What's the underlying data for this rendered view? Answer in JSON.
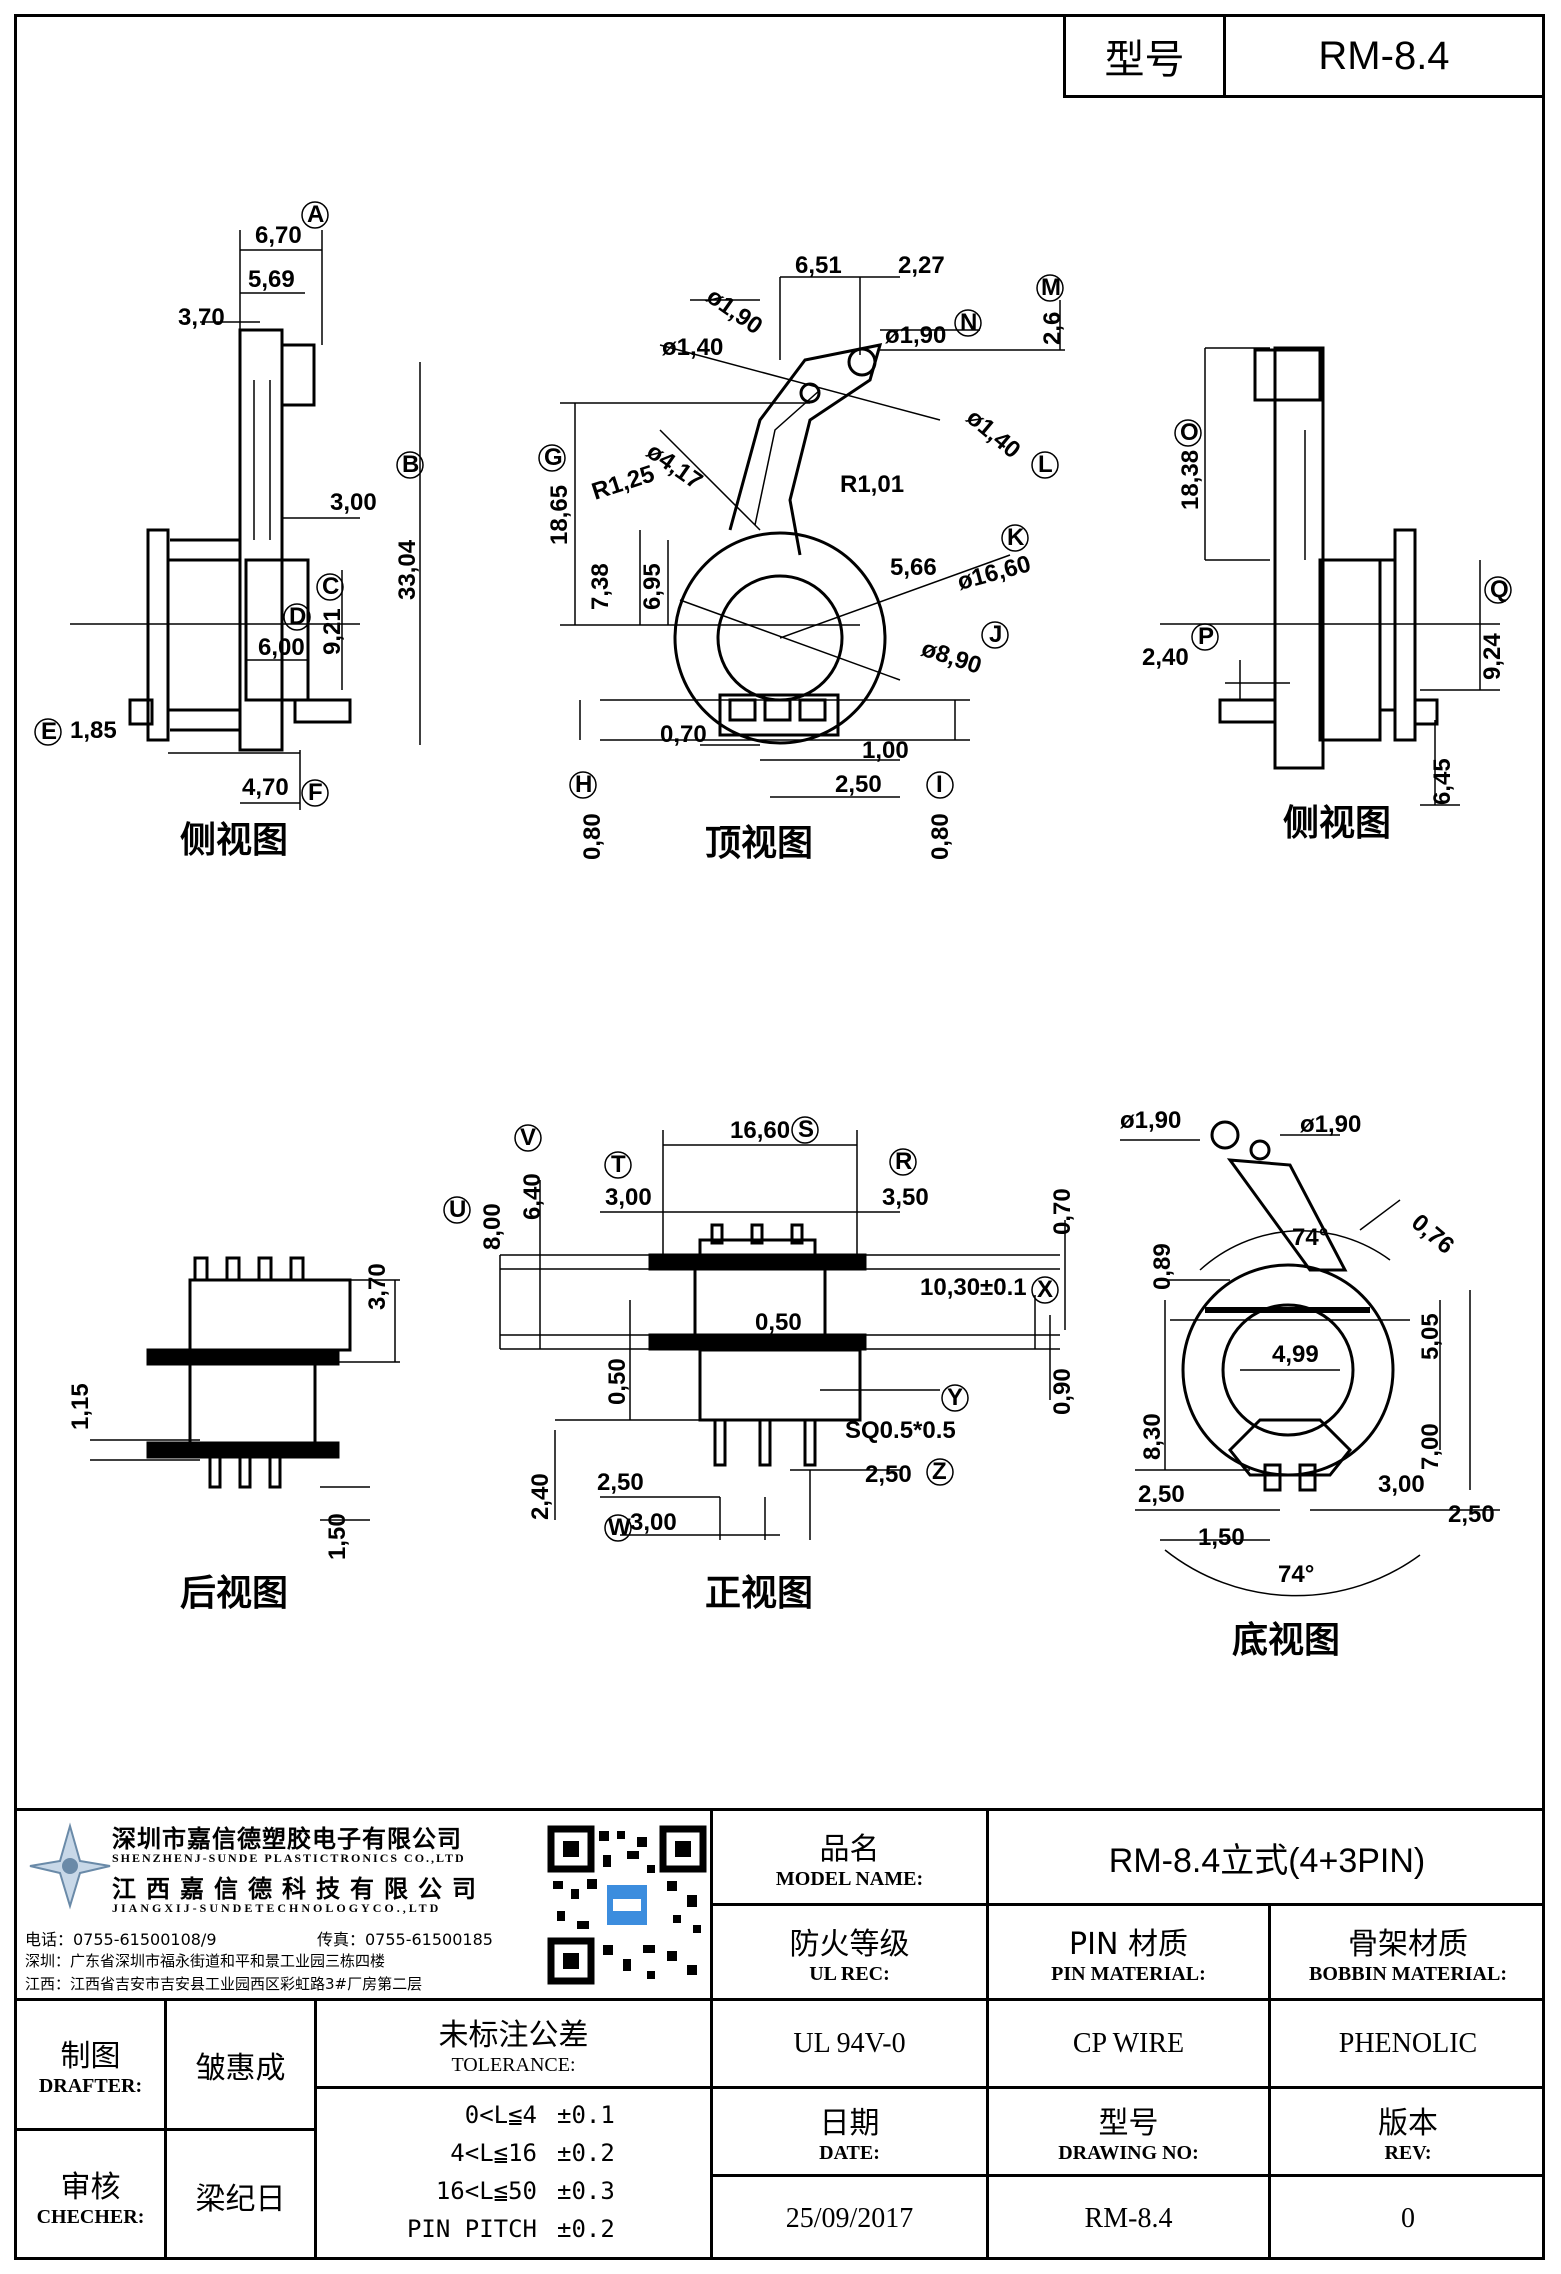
{
  "header": {
    "model_label": "型号",
    "model_value": "RM-8.4"
  },
  "views": {
    "side_left": "侧视图",
    "top": "顶视图",
    "side_right": "侧视图",
    "back": "后视图",
    "front": "正视图",
    "bottom": "底视图"
  },
  "dims": {
    "side_left": [
      "6,70",
      "5,69",
      "3,70",
      "3,00",
      "6,00",
      "9,21",
      "33,04",
      "1,85",
      "4,70"
    ],
    "side_left_marks": [
      "A",
      "B",
      "C",
      "D",
      "E",
      "F"
    ],
    "top": [
      "6,51",
      "2,27",
      "ø1,90",
      "ø1,40",
      "ø1,90",
      "2,6",
      "ø1,40",
      "18,65",
      "ø4,17",
      "R1,25",
      "R1,01",
      "7,38",
      "6,95",
      "5,66",
      "ø16,60",
      "ø8,90",
      "0,70",
      "1,00",
      "2,50",
      "0,80",
      "0,80"
    ],
    "top_marks": [
      "G",
      "H",
      "I",
      "J",
      "K",
      "L",
      "M",
      "N"
    ],
    "side_right": [
      "18,38",
      "9,24",
      "2,40",
      "6,45"
    ],
    "side_right_marks": [
      "O",
      "P",
      "Q"
    ],
    "back": [
      "3,70",
      "1,15",
      "1,50"
    ],
    "front": [
      "16,60",
      "6,40",
      "3,00",
      "3,50",
      "0,70",
      "8,00",
      "10,30±0.1",
      "0,50",
      "0,50",
      "0,90",
      "SQ0.5*0.5",
      "2,40",
      "2,50",
      "2,50",
      "3,00"
    ],
    "front_marks": [
      "R",
      "S",
      "T",
      "U",
      "V",
      "W",
      "X",
      "Y",
      "Z"
    ],
    "bottom": [
      "ø1,90",
      "ø1,90",
      "74°",
      "0,76",
      "0,89",
      "5,05",
      "4,99",
      "8,30",
      "7,00",
      "2,50",
      "3,00",
      "2,50",
      "1,50",
      "74°"
    ]
  },
  "company": {
    "name_cn1": "深圳市嘉信德塑胶电子有限公司",
    "name_en1": "SHENZHENJ-SUNDE PLASTICTRONICS CO.,LTD",
    "name_cn2": "江西嘉信德科技有限公司",
    "name_en2": "JIANGXIJ-SUNDETECHNOLOGYCO.,LTD",
    "phone": "电话：0755-61500108/9",
    "fax": "传真：0755-61500185",
    "addr1": "深圳：广东省深圳市福永街道和平和景工业园三栋四楼",
    "addr2": "江西：江西省吉安市吉安县工业园西区彩虹路3#厂房第二层"
  },
  "table": {
    "model_name_cn": "品名",
    "model_name_en": "MODEL NAME:",
    "model_name_value": "RM-8.4立式(4+3PIN)",
    "ul_cn": "防火等级",
    "ul_en": "UL REC:",
    "ul_value": "UL 94V-0",
    "pin_cn": "PIN 材质",
    "pin_en": "PIN MATERIAL:",
    "pin_value": "CP WIRE",
    "bobbin_cn": "骨架材质",
    "bobbin_en": "BOBBIN MATERIAL:",
    "bobbin_value": "PHENOLIC",
    "drafter_cn": "制图",
    "drafter_en": "DRAFTER:",
    "drafter_value": "皱惠成",
    "checker_cn": "审核",
    "checker_en": "CHECHER:",
    "checker_value": "梁纪日",
    "tol_cn": "未标注公差",
    "tol_en": "TOLERANCE:",
    "tol_rows": [
      {
        "range": "0<L≦4",
        "value": "±0.1"
      },
      {
        "range": "4<L≦16",
        "value": "±0.2"
      },
      {
        "range": "16<L≦50",
        "value": "±0.3"
      },
      {
        "range": "PIN PITCH",
        "value": "±0.2"
      }
    ],
    "date_cn": "日期",
    "date_en": "DATE:",
    "date_value": "25/09/2017",
    "drawing_cn": "型号",
    "drawing_en": "DRAWING NO:",
    "drawing_value": "RM-8.4",
    "rev_cn": "版本",
    "rev_en": "REV:",
    "rev_value": "0"
  }
}
